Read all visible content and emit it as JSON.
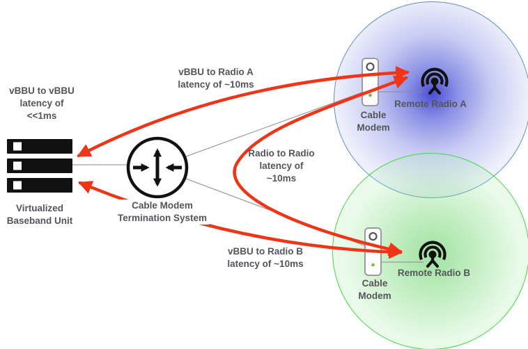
{
  "nodes": {
    "vbbu": {
      "label_lines": [
        "Virtualized",
        "Baseband Unit"
      ]
    },
    "cmts": {
      "label_lines": [
        "Cable Modem",
        "Termination System"
      ]
    },
    "cable_modem_a": {
      "label_lines": [
        "Cable",
        "Modem"
      ]
    },
    "cable_modem_b": {
      "label_lines": [
        "Cable",
        "Modem"
      ]
    },
    "remote_radio_a": {
      "label": "Remote Radio A"
    },
    "remote_radio_b": {
      "label": "Remote Radio B"
    }
  },
  "annotations": {
    "vbbu_to_vbbu": {
      "lines": [
        "vBBU to vBBU",
        "latency of",
        "<<1ms"
      ]
    },
    "vbbu_to_radio_a": {
      "lines": [
        "vBBU to Radio A",
        "latency of ~10ms"
      ]
    },
    "radio_to_radio": {
      "lines": [
        "Radio to Radio",
        "latency of",
        "~10ms"
      ]
    },
    "vbbu_to_radio_b": {
      "lines": [
        "vBBU to Radio B",
        "latency of ~10ms"
      ]
    }
  },
  "colors": {
    "arrow_red": "#ee3517",
    "connector_gray": "#8a8a8a",
    "icon_black": "#111111",
    "text_gray": "#54555a",
    "zone_a_stroke": "#5b8cd6",
    "zone_b_stroke": "#3fd93f",
    "modem_led_green": "#7ab648"
  }
}
